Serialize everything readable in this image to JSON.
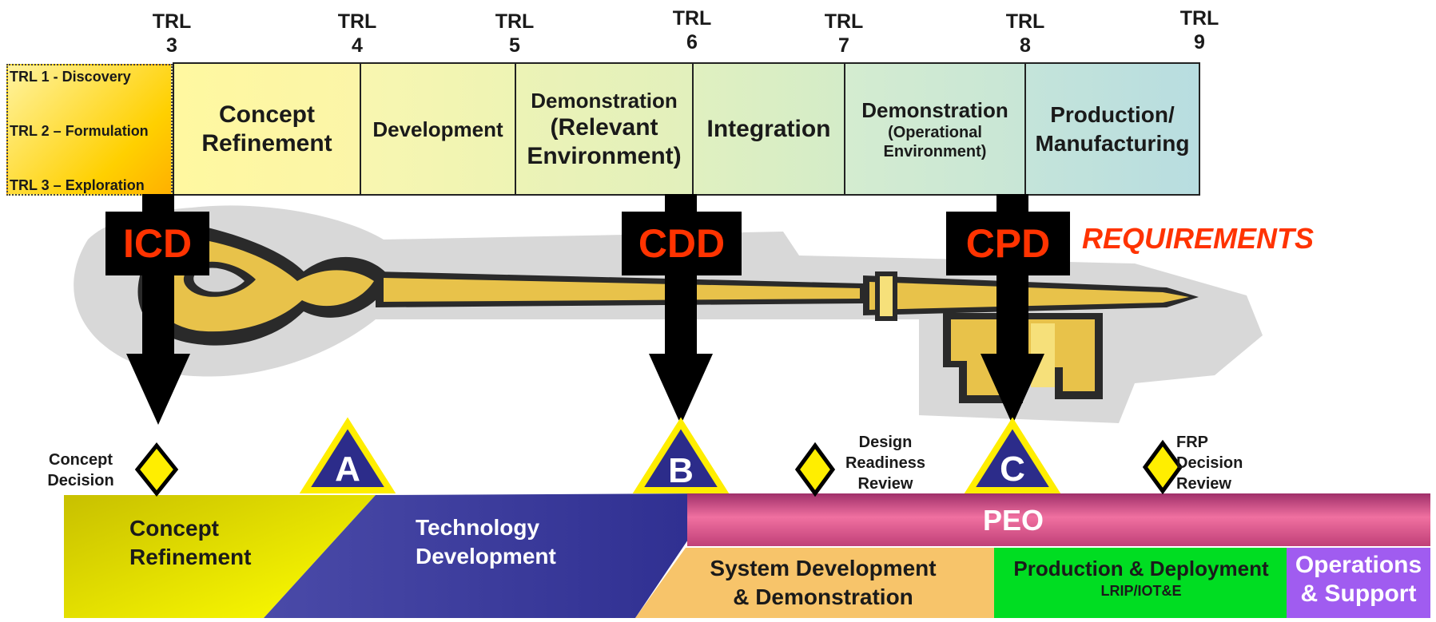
{
  "trl_markers": [
    {
      "line1": "TRL",
      "line2": "3"
    },
    {
      "line1": "TRL",
      "line2": "4"
    },
    {
      "line1": "TRL",
      "line2": "5"
    },
    {
      "line1": "TRL",
      "line2": "6"
    },
    {
      "line1": "TRL",
      "line2": "7"
    },
    {
      "line1": "TRL",
      "line2": "8"
    },
    {
      "line1": "TRL",
      "line2": "9"
    }
  ],
  "discovery_box": {
    "items": [
      "TRL 1 - Discovery",
      "TRL 2 – Formulation",
      "TRL 3 – Exploration"
    ]
  },
  "tech_stages": [
    {
      "line1": "Concept",
      "line2": "Refinement"
    },
    {
      "line1": "Development"
    },
    {
      "line1": "Demonstration",
      "line2": "(Relevant",
      "line3": "Environment)"
    },
    {
      "line1": "Integration"
    },
    {
      "line1": "Demonstration",
      "line2": "(Operational",
      "line3": "Environment)"
    },
    {
      "line1": "Production/",
      "line2": "Manufacturing"
    }
  ],
  "requirements_docs": {
    "icd": "ICD",
    "cdd": "CDD",
    "cpd": "CPD",
    "label": "REQUIREMENTS"
  },
  "milestones": {
    "a": "A",
    "b": "B",
    "c": "C"
  },
  "decision_points": {
    "concept_decision": {
      "line1": "Concept",
      "line2": "Decision"
    },
    "design_readiness": {
      "line1": "Design",
      "line2": "Readiness",
      "line3": "Review"
    },
    "frp_decision": {
      "line1": "FRP",
      "line2": "Decision",
      "line3": "Review"
    }
  },
  "phases": {
    "concept_refinement": {
      "line1": "Concept",
      "line2": "Refinement"
    },
    "technology_development": {
      "line1": "Technology",
      "line2": "Development"
    },
    "peo": "PEO",
    "system_development": {
      "line1": "System Development",
      "line2": "& Demonstration"
    },
    "production_deployment": {
      "line1": "Production & Deployment",
      "line2": "LRIP/IOT&E"
    },
    "operations_support": {
      "line1": "Operations",
      "line2": "& Support"
    }
  },
  "colors": {
    "requirement_text": "#ff3300",
    "key_gold": "#e8c24a",
    "phase_concept": "#d8d000",
    "phase_technology": "#3b3a9c",
    "phase_peo": "#e8588a",
    "phase_sdd": "#f7c46a",
    "phase_production": "#00dd22",
    "phase_operations": "#a05cf0"
  }
}
